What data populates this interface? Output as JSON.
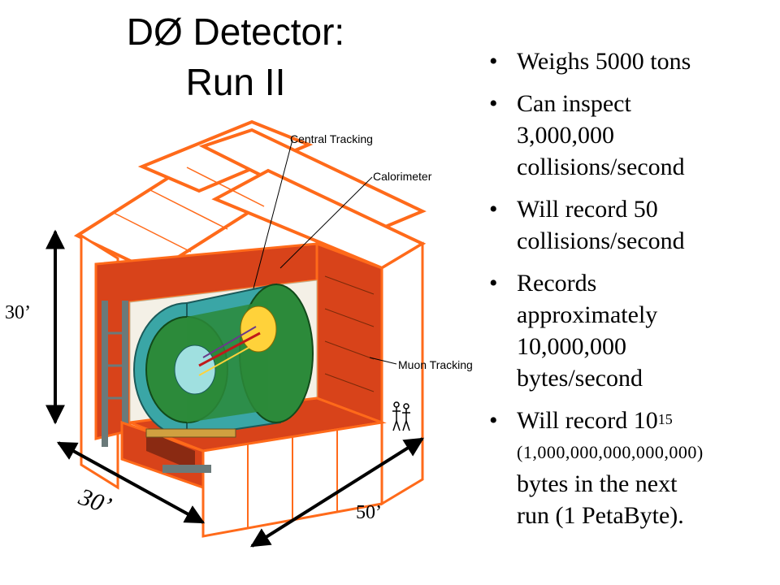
{
  "title": {
    "line1": "DØ Detector:",
    "line2": "Run II"
  },
  "bullets": [
    {
      "text": "Weighs 5000 tons"
    },
    {
      "line1": "Can inspect",
      "line2": "3,000,000",
      "line3": "collisions/second"
    },
    {
      "line1": "Will record 50",
      "line2": "collisions/second"
    },
    {
      "line1": "Records",
      "line2": "approximately",
      "line3": "10,000,000",
      "line4": "bytes/second"
    },
    {
      "prefix": "Will record 10",
      "exponent": "15",
      "detail": "(1,000,000,000,000,000)",
      "line3": "bytes in the next",
      "line4": "run (1 PetaByte)."
    }
  ],
  "labels": {
    "central": "Central Tracking",
    "calorimeter": "Calorimeter",
    "muon": "Muon Tracking"
  },
  "dimensions": {
    "height": "30’",
    "depth": "30’",
    "width": "50’"
  },
  "colors": {
    "frame": "#ff6a1a",
    "shield": "#d8431a",
    "tracker": "#3aa6a6",
    "calorimeter": "#2c8a3a",
    "core": "#ffd23a"
  }
}
